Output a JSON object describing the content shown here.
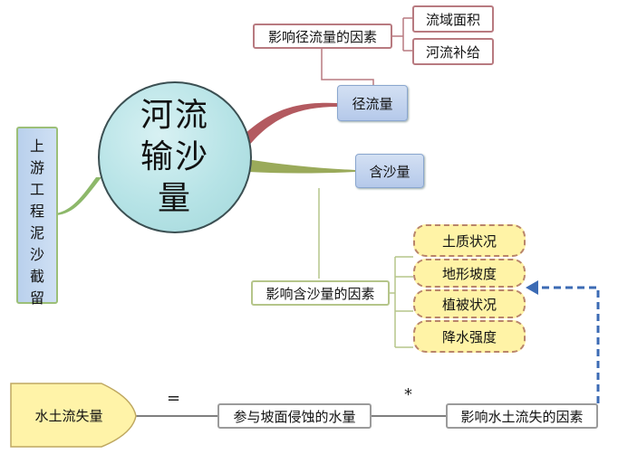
{
  "central": {
    "lines": [
      "河流",
      "输沙",
      "量"
    ]
  },
  "upstream": {
    "chars": [
      "上",
      "游",
      "工",
      "程",
      "泥",
      "沙",
      "截",
      "留"
    ]
  },
  "runoff": {
    "label": "径流量",
    "factor_title": "影响径流量的因素",
    "factors": [
      "流域面积",
      "河流补给"
    ]
  },
  "sediment": {
    "label": "含沙量",
    "factor_title": "影响含沙量的因素",
    "factors": [
      "土质状况",
      "地形坡度",
      "植被状况",
      "降水强度"
    ]
  },
  "soil_loss": {
    "label": "水土流失量",
    "equals": "=",
    "water": "参与坡面侵蚀的水量",
    "times": "*",
    "factor_title": "影响水土流失的因素"
  }
}
